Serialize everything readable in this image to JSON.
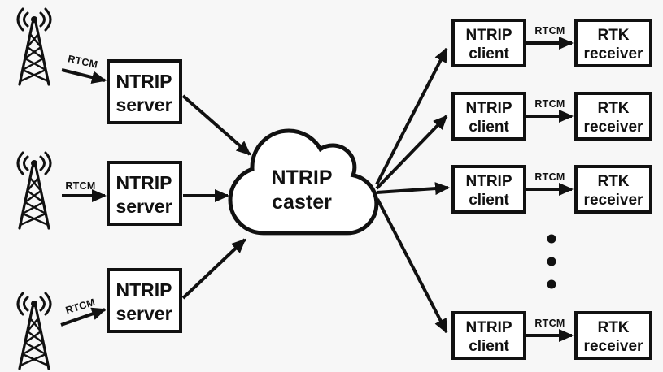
{
  "colors": {
    "background": "#f7f7f7",
    "stroke": "#111111",
    "node_fill": "#ffffff"
  },
  "labels": {
    "rtcm": "RTCM"
  },
  "caster": {
    "line1": "NTRIP",
    "line2": "caster"
  },
  "servers": [
    {
      "line1": "NTRIP",
      "line2": "server"
    },
    {
      "line1": "NTRIP",
      "line2": "server"
    },
    {
      "line1": "NTRIP",
      "line2": "server"
    }
  ],
  "clients": [
    {
      "line1": "NTRIP",
      "line2": "client"
    },
    {
      "line1": "NTRIP",
      "line2": "client"
    },
    {
      "line1": "NTRIP",
      "line2": "client"
    },
    {
      "line1": "NTRIP",
      "line2": "client"
    }
  ],
  "receivers": [
    {
      "line1": "RTK",
      "line2": "receiver"
    },
    {
      "line1": "RTK",
      "line2": "receiver"
    },
    {
      "line1": "RTK",
      "line2": "receiver"
    },
    {
      "line1": "RTK",
      "line2": "receiver"
    }
  ]
}
